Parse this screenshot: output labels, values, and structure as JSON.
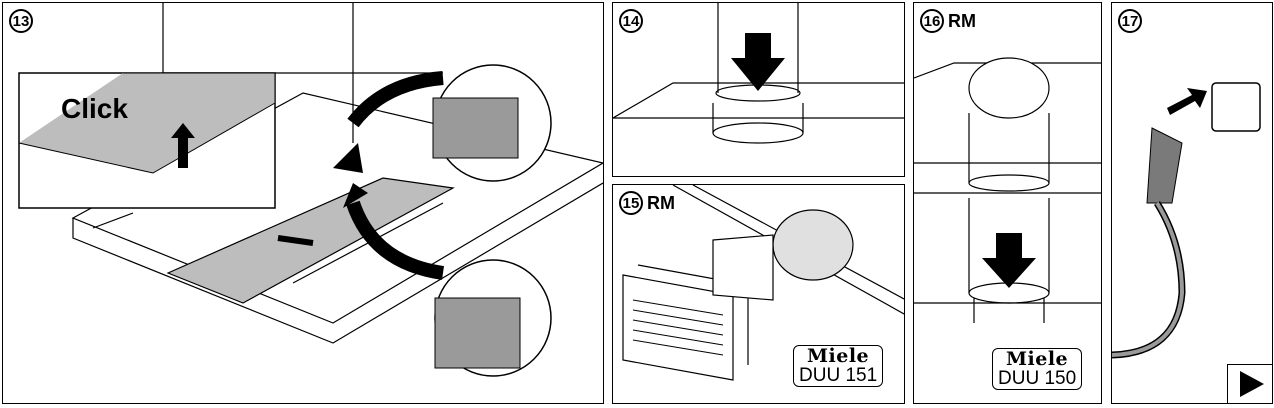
{
  "steps": [
    {
      "number": "13",
      "suffix": "",
      "callout": "Click"
    },
    {
      "number": "14",
      "suffix": ""
    },
    {
      "number": "15",
      "suffix": "RM",
      "brand": "Miele",
      "model": "DUU 151"
    },
    {
      "number": "16",
      "suffix": "RM",
      "brand": "Miele",
      "model": "DUU 150"
    },
    {
      "number": "17",
      "suffix": ""
    }
  ],
  "navigation": {
    "next_icon": "play-triangle-icon"
  }
}
